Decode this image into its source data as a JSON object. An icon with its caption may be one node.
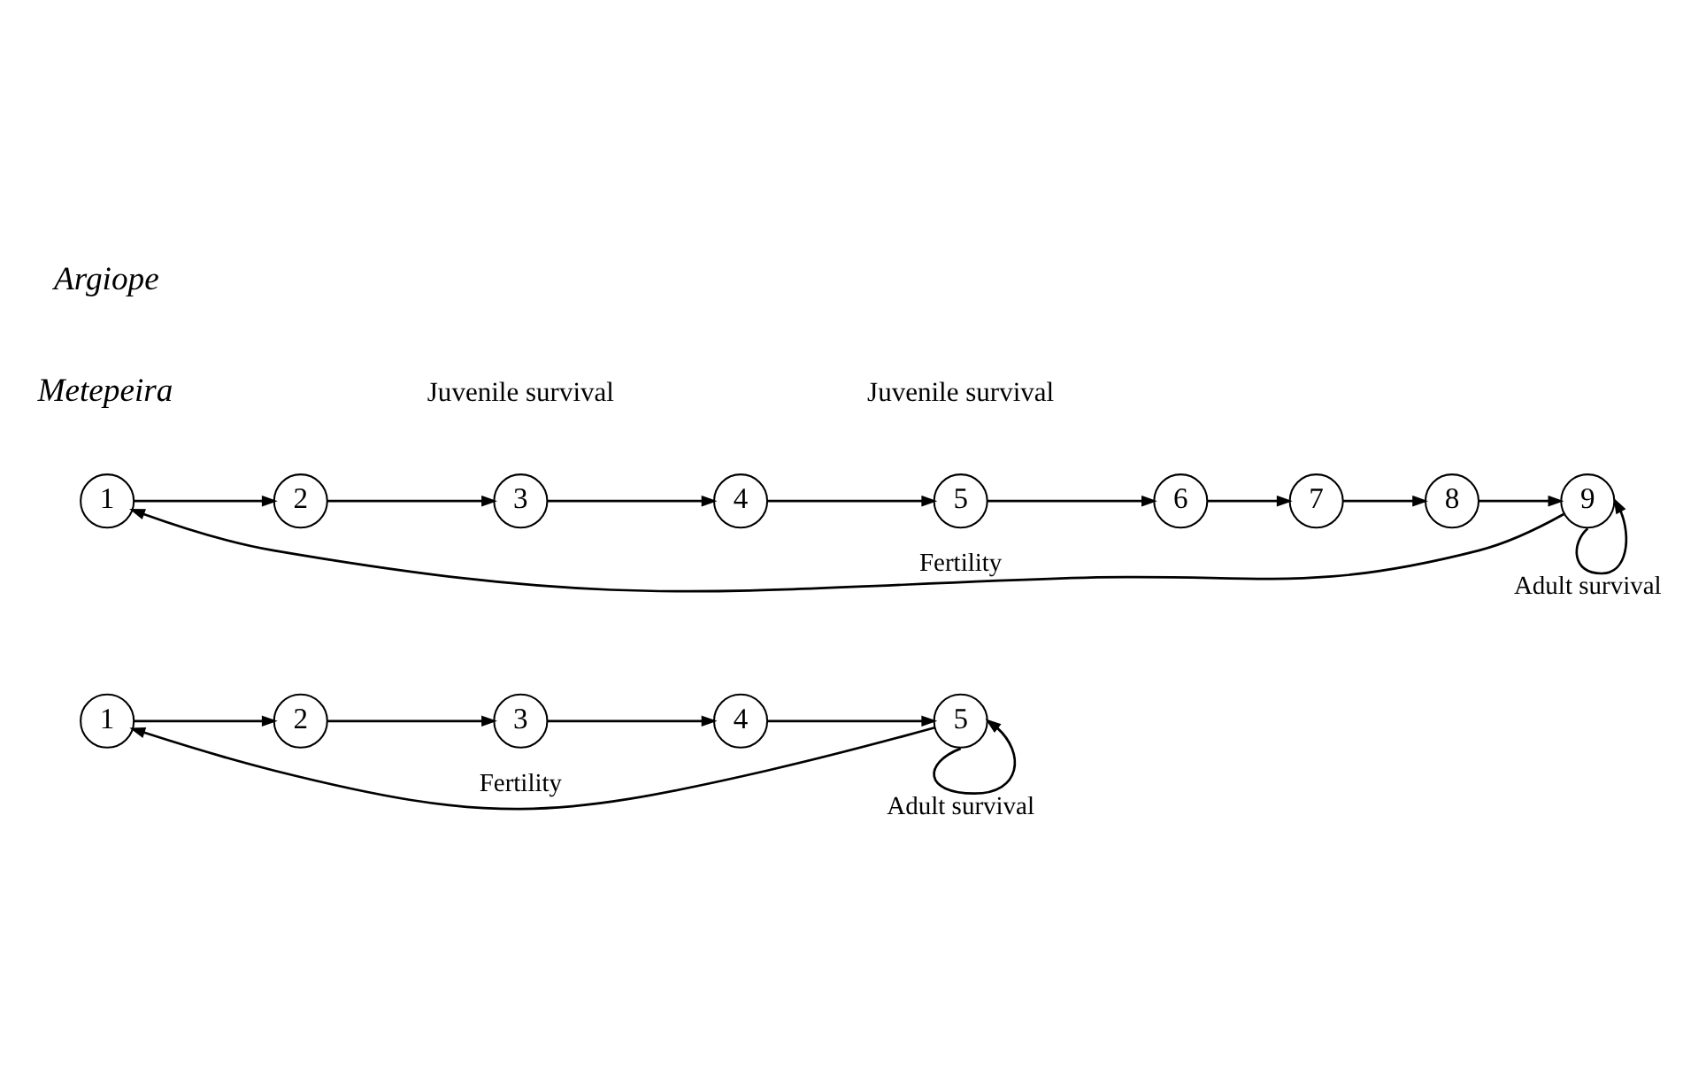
{
  "diagram": {
    "nodes": [
      {
        "text": [
          "1"
        ]
      },
      {
        "text": [
          "2"
        ]
      },
      {
        "text": [
          "3"
        ]
      },
      {
        "text": [
          "4"
        ]
      },
      {
        "text": [
          "5"
        ]
      },
      {
        "text": [
          "1"
        ]
      },
      {
        "text": [
          "2"
        ]
      },
      {
        "text": [
          "3"
        ]
      },
      {
        "text": [
          "4"
        ]
      },
      {
        "text": [
          "5"
        ]
      },
      {
        "text": [
          "6"
        ]
      },
      {
        "text": [
          "7"
        ]
      },
      {
        "text": [
          "8"
        ]
      },
      {
        "text": [
          "9"
        ]
      }
    ],
    "edges": [
      {
        "from": 0,
        "to": 1,
        "arrow": "to"
      },
      {
        "from": 1,
        "to": 2,
        "arrow": "to"
      },
      {
        "from": 2,
        "to": 3,
        "arrow": "to"
      },
      {
        "from": 3,
        "to": 4,
        "arrow": "to"
      },
      {
        "from": 4,
        "to": 0,
        "arrow": "to",
        "label": "Fertility"
      },
      {
        "from": 4,
        "to": 4,
        "arrow": "to",
        "label": "Adult survival"
      },
      {
        "from": 5,
        "to": 6,
        "arrow": "to"
      },
      {
        "from": 6,
        "to": 7,
        "arrow": "to"
      },
      {
        "from": 7,
        "to": 8,
        "arrow": "to"
      },
      {
        "from": 8,
        "to": 9,
        "arrow": "to"
      },
      {
        "from": 9,
        "to": 10,
        "arrow": "to"
      },
      {
        "from": 10,
        "to": 11,
        "arrow": "to"
      },
      {
        "from": 11,
        "to": 12,
        "arrow": "to"
      },
      {
        "from": 12,
        "to": 13,
        "arrow": "to"
      },
      {
        "from": 13,
        "to": 5,
        "arrow": "to",
        "label": "Fertility"
      },
      {
        "from": 13,
        "to": 13,
        "arrow": "to",
        "label": "Adult survival"
      }
    ],
    "labels": [
      "Metepeira",
      "Juvenile survival",
      "Argiope",
      "Juvenile survival"
    ]
  }
}
